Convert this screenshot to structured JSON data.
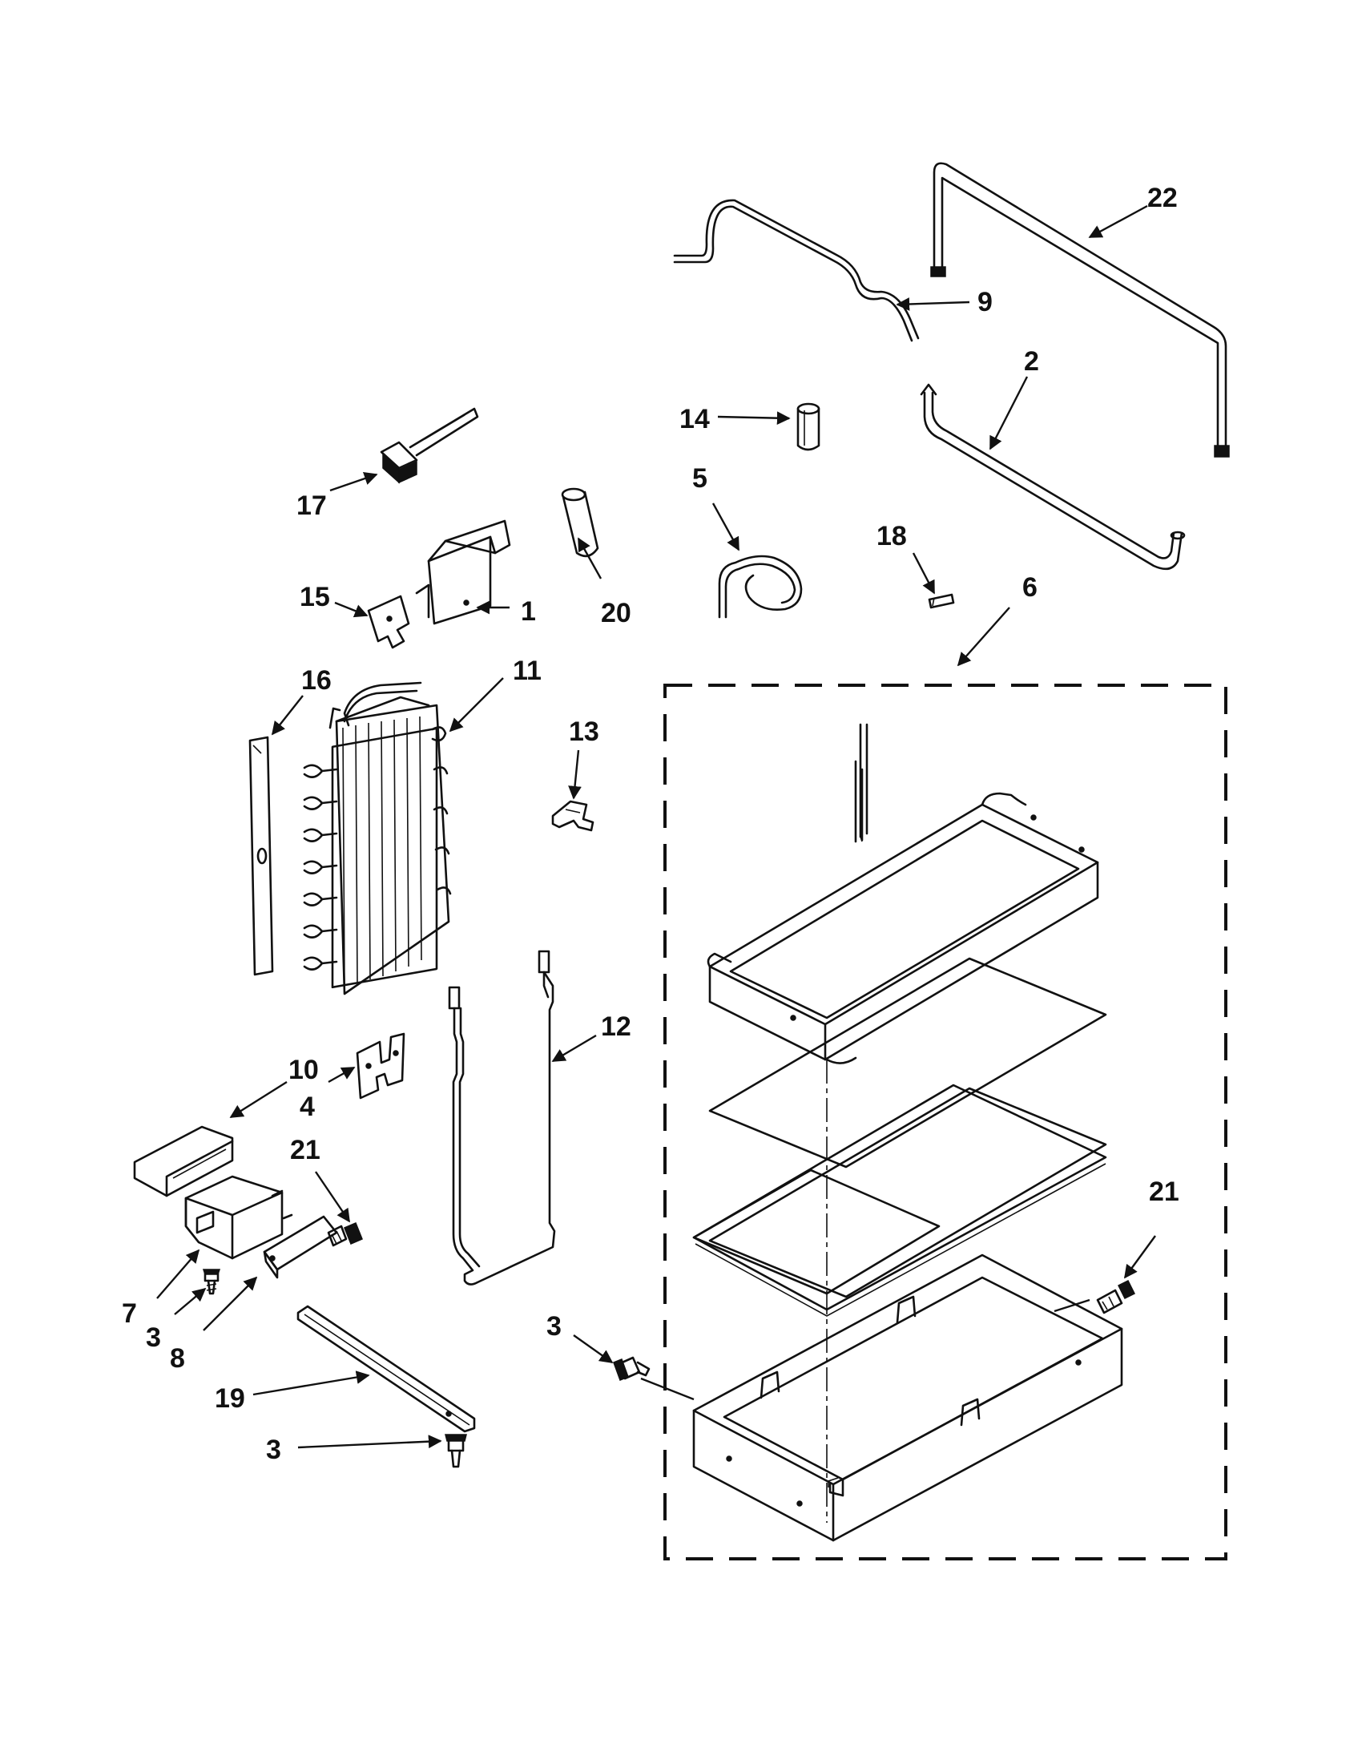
{
  "colors": {
    "line": "#111111",
    "background": "#ffffff"
  },
  "callouts": [
    {
      "id": "c22",
      "text": "22"
    },
    {
      "id": "c9",
      "text": "9"
    },
    {
      "id": "c2",
      "text": "2"
    },
    {
      "id": "c14",
      "text": "14"
    },
    {
      "id": "c5",
      "text": "5"
    },
    {
      "id": "c18",
      "text": "18"
    },
    {
      "id": "c6",
      "text": "6"
    },
    {
      "id": "c17",
      "text": "17"
    },
    {
      "id": "c20",
      "text": "20"
    },
    {
      "id": "c15",
      "text": "15"
    },
    {
      "id": "c1",
      "text": "1"
    },
    {
      "id": "c16",
      "text": "16"
    },
    {
      "id": "c11",
      "text": "11"
    },
    {
      "id": "c13",
      "text": "13"
    },
    {
      "id": "c12",
      "text": "12"
    },
    {
      "id": "c10",
      "text": "10"
    },
    {
      "id": "c4",
      "text": "4"
    },
    {
      "id": "c21a",
      "text": "21"
    },
    {
      "id": "c21b",
      "text": "21"
    },
    {
      "id": "c7",
      "text": "7"
    },
    {
      "id": "c3a",
      "text": "3"
    },
    {
      "id": "c8",
      "text": "8"
    },
    {
      "id": "c19",
      "text": "19"
    },
    {
      "id": "c3b",
      "text": "3"
    },
    {
      "id": "c3c",
      "text": "3"
    }
  ]
}
